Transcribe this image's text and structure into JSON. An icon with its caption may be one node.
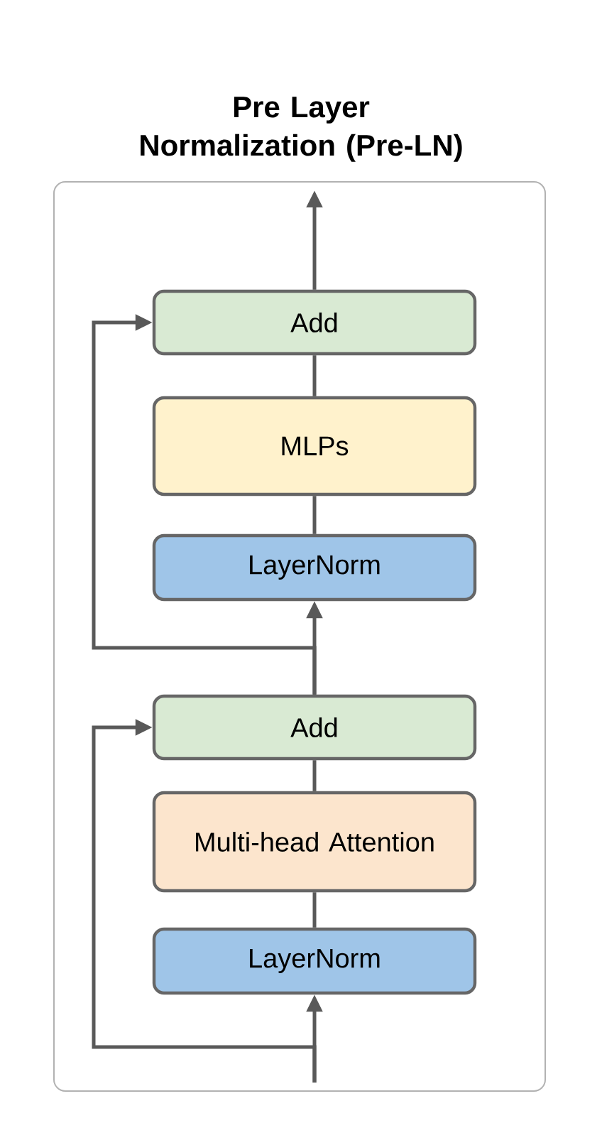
{
  "diagram": {
    "title": "Pre Layer Normalization (Pre-LN)",
    "nodes": [
      {
        "text": [
          "Add"
        ]
      },
      {
        "text": [
          "MLPs"
        ]
      },
      {
        "text": [
          "LayerNorm"
        ]
      },
      {
        "text": [
          "Add"
        ]
      },
      {
        "text": [
          "Multi-head Attention"
        ]
      },
      {
        "text": [
          "LayerNorm"
        ]
      }
    ],
    "edges": [
      {
        "from": null,
        "to": 5,
        "arrow": "to"
      },
      {
        "from": null,
        "to": 3,
        "arrow": "to"
      },
      {
        "from": 5,
        "to": 4,
        "arrow": "none"
      },
      {
        "from": 4,
        "to": 3,
        "arrow": "none"
      },
      {
        "from": 3,
        "to": 2,
        "arrow": "to"
      },
      {
        "from": 3,
        "to": 0,
        "arrow": "to"
      },
      {
        "from": 2,
        "to": 1,
        "arrow": "none"
      },
      {
        "from": 1,
        "to": 0,
        "arrow": "none"
      },
      {
        "from": 0,
        "to": null,
        "arrow": "to"
      }
    ]
  }
}
